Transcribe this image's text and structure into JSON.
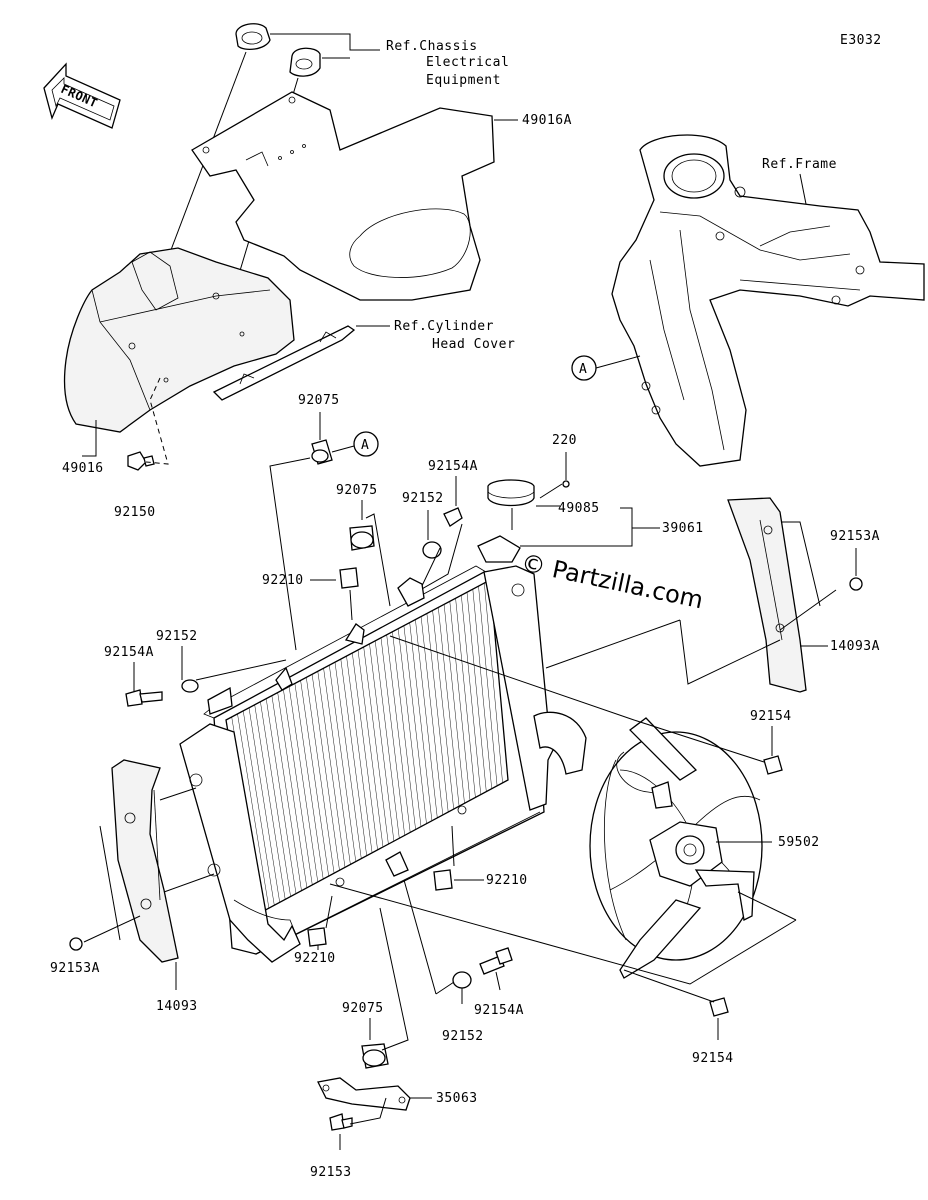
{
  "diagram_code": "E3032",
  "front_arrow": "FRONT",
  "watermark": "© Partzilla.com",
  "ref_labels": {
    "chassis_line1": "Ref.Chassis",
    "chassis_line2": "Electrical",
    "chassis_line3": "Equipment",
    "frame": "Ref.Frame",
    "cylinder_line1": "Ref.Cylinder",
    "cylinder_line2": "Head Cover"
  },
  "callout_A": "A",
  "parts": {
    "p49016A": "49016A",
    "p49016": "49016",
    "p92150": "92150",
    "p92075_a": "92075",
    "p92075_b": "92075",
    "p92075_c": "92075",
    "p220": "220",
    "p92154A_a": "92154A",
    "p92154A_b": "92154A",
    "p92154A_c": "92154A",
    "p92152_a": "92152",
    "p92152_b": "92152",
    "p92152_c": "92152",
    "p49085": "49085",
    "p39061": "39061",
    "p92153A_a": "92153A",
    "p92153A_b": "92153A",
    "p92210_a": "92210",
    "p92210_b": "92210",
    "p92210_c": "92210",
    "p14093A": "14093A",
    "p14093": "14093",
    "p92154_a": "92154",
    "p92154_b": "92154",
    "p59502": "59502",
    "p35063": "35063",
    "p92153": "92153"
  }
}
